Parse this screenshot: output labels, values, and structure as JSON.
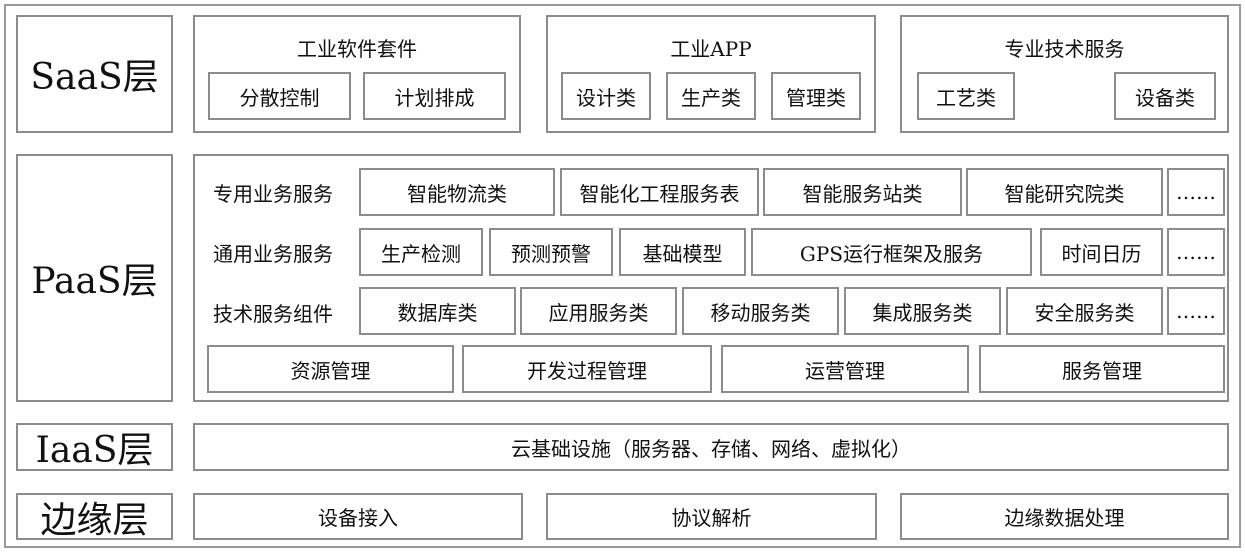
{
  "layers": {
    "saas": "SaaS层",
    "paas": "PaaS层",
    "iaas": "IaaS层",
    "edge": "边缘层"
  },
  "saas": {
    "groups": [
      {
        "title": "工业软件套件",
        "items": [
          "分散控制",
          "计划排成"
        ]
      },
      {
        "title": "工业APP",
        "items": [
          "设计类",
          "生产类",
          "管理类"
        ]
      },
      {
        "title": "专业技术服务",
        "items": [
          "工艺类",
          "设备类"
        ]
      }
    ]
  },
  "paas": {
    "rows": [
      {
        "label": "专用业务服务",
        "items": [
          "智能物流类",
          "智能化工程服务表",
          "智能服务站类",
          "智能研究院类",
          "……"
        ]
      },
      {
        "label": "通用业务服务",
        "items": [
          "生产检测",
          "预测预警",
          "基础模型",
          "GPS运行框架及服务",
          "时间日历",
          "……"
        ]
      },
      {
        "label": "技术服务组件",
        "items": [
          "数据库类",
          "应用服务类",
          "移动服务类",
          "集成服务类",
          "安全服务类",
          "……"
        ]
      }
    ],
    "management": [
      "资源管理",
      "开发过程管理",
      "运营管理",
      "服务管理"
    ]
  },
  "iaas": {
    "content": "云基础设施（服务器、存储、网络、虚拟化）"
  },
  "edge": {
    "items": [
      "设备接入",
      "协议解析",
      "边缘数据处理"
    ]
  }
}
